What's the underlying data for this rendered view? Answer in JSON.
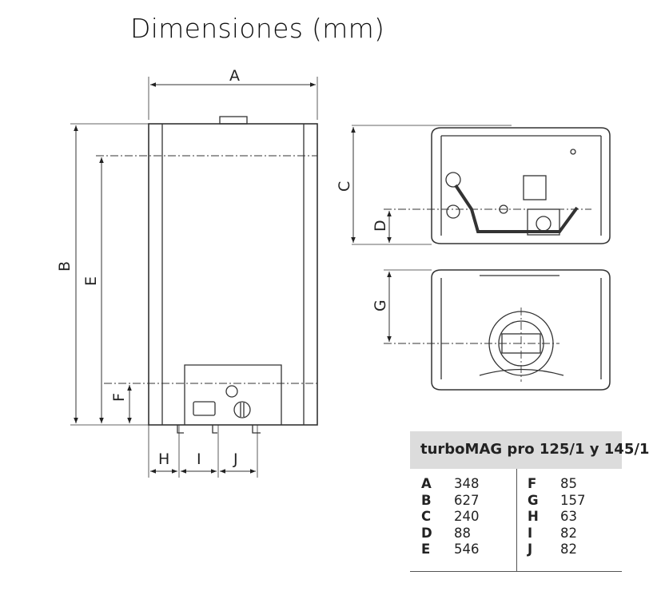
{
  "title": "Dimensiones (mm)",
  "diagram_labels": {
    "A": "A",
    "B": "B",
    "C": "C",
    "D": "D",
    "E": "E",
    "F": "F",
    "G": "G",
    "H": "H",
    "I": "I",
    "J": "J"
  },
  "table": {
    "title": "turboMAG pro 125/1 y 145/1",
    "left": [
      {
        "key": "A",
        "value": "348"
      },
      {
        "key": "B",
        "value": "627"
      },
      {
        "key": "C",
        "value": "240"
      },
      {
        "key": "D",
        "value": "88"
      },
      {
        "key": "E",
        "value": "546"
      }
    ],
    "right": [
      {
        "key": "F",
        "value": "85"
      },
      {
        "key": "G",
        "value": "157"
      },
      {
        "key": "H",
        "value": "63"
      },
      {
        "key": "I",
        "value": "82"
      },
      {
        "key": "J",
        "value": "82"
      }
    ]
  }
}
